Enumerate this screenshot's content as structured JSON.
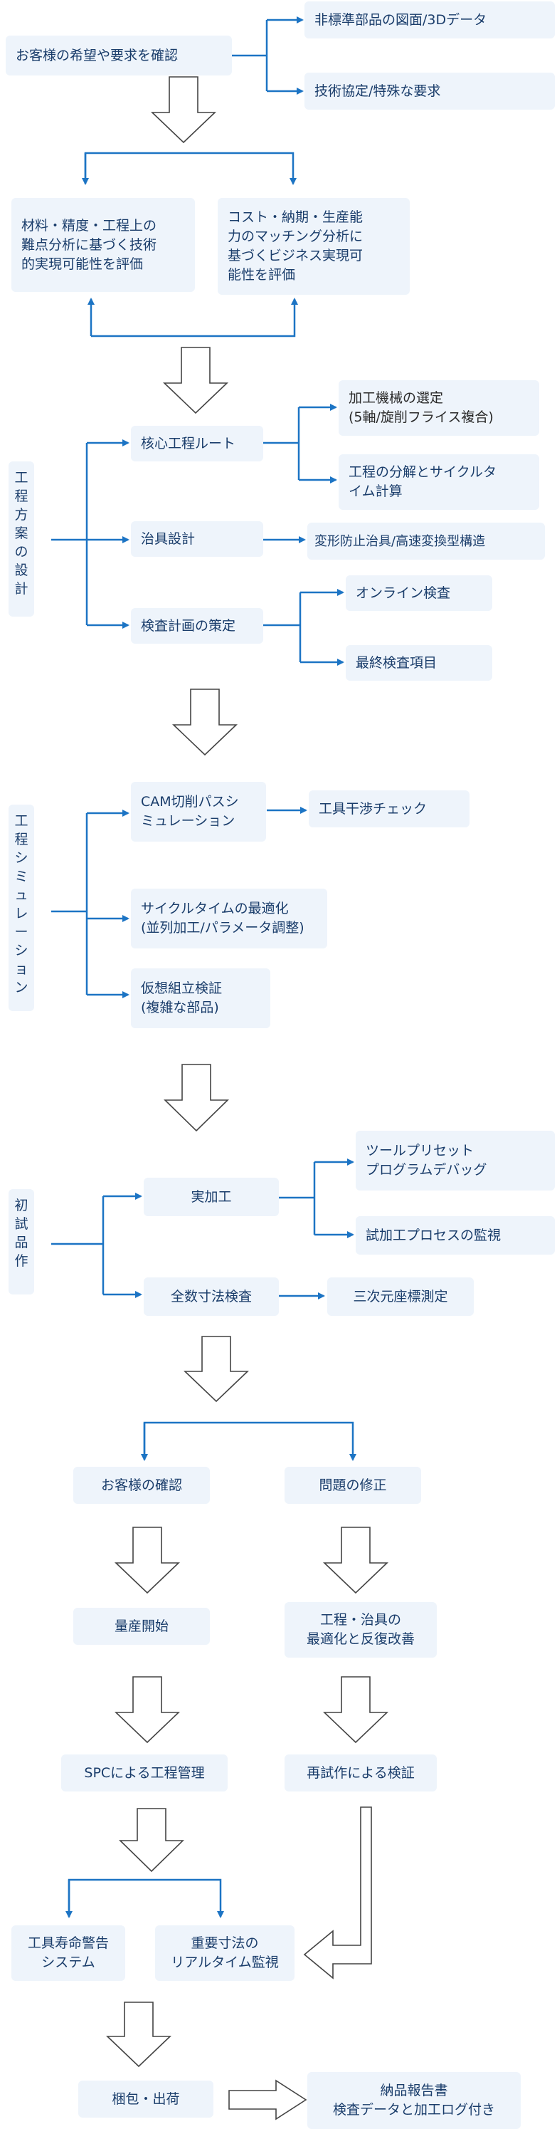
{
  "nodes": {
    "req": "お客様の希望や要求を確認",
    "drawing": "非標準部品の図面/3Dデータ",
    "agreement": "技術協定/特殊な要求",
    "tech_eval": "材料・精度・工程上の\n難点分析に基づく技術\n的実現可能性を評価",
    "biz_eval": "コスト・納期・生産能\n力のマッチング分析に\n基づくビジネス実現可\n能性を評価",
    "process_plan_label": "工程方案の設計",
    "core_route": "核心工程ルート",
    "machine_select": "加工機械の選定\n(5軸/旋削フライス複合)",
    "decompose": "工程の分解とサイクルタ\nイム計算",
    "fixture_design": "治具設計",
    "fixture_detail": "変形防止治具/高速変換型構造",
    "inspection_plan": "検査計画の策定",
    "online_inspect": "オンライン検査",
    "final_inspect": "最終検査項目",
    "simulation_label": "工程シミュレーション",
    "cam": "CAM切削パスシ\nミュレーション",
    "interference": "工具干渉チェック",
    "cycle_opt": "サイクルタイムの最適化\n(並列加工/パラメータ調整)",
    "virtual_assembly": "仮想組立検証\n(複雑な部品)",
    "first_article_label": "初試品作",
    "actual_machining": "実加工",
    "tool_preset": "ツールプリセット\nプログラムデバッグ",
    "trial_monitor": "試加工プロセスの監視",
    "full_inspect": "全数寸法検査",
    "cmm": "三次元座標測定",
    "customer_confirm": "お客様の確認",
    "fix_issue": "問題の修正",
    "mass_production": "量産開始",
    "optimize": "工程・治具の\n最適化と反復改善",
    "spc": "SPCによる工程管理",
    "retrial": "再試作による検証",
    "tool_life": "工具寿命警告\nシステム",
    "realtime_monitor": "重要寸法の\nリアルタイム監視",
    "packing": "梱包・出荷",
    "delivery_report": "納品報告書\n検査データと加工ログ付き"
  },
  "colors": {
    "box_fill": "#eef4fb",
    "box_text": "#1a3d6b",
    "connector": "#1c74c4",
    "hollow_arrow_stroke": "#444444"
  }
}
